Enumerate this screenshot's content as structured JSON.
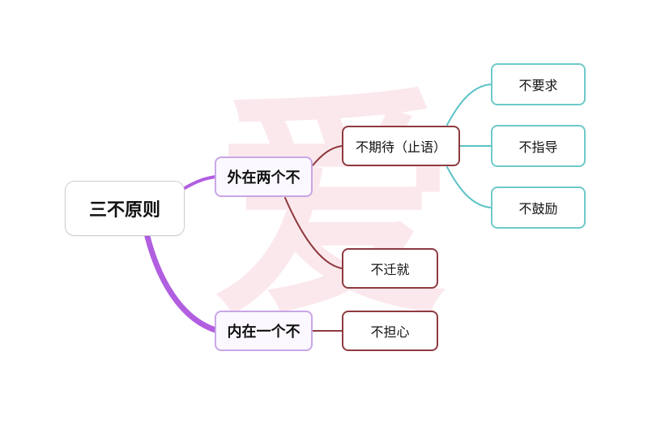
{
  "watermark": "爱",
  "root": {
    "label": "三不原则"
  },
  "branches": [
    {
      "label": "外在两个不",
      "children": [
        {
          "label": "不期待（止语）",
          "children": [
            {
              "label": "不要求"
            },
            {
              "label": "不指导"
            },
            {
              "label": "不鼓励"
            }
          ]
        },
        {
          "label": "不迁就"
        }
      ]
    },
    {
      "label": "内在一个不",
      "children": [
        {
          "label": "不担心"
        }
      ]
    }
  ],
  "colors": {
    "root_to_branch": "#b15ee0",
    "branch_to_leaf": "#8e3a3f",
    "leaf_to_sub": "#5cc2c6",
    "branch_border": "#c9a6e6",
    "teal_border": "#6fc9c9",
    "watermark": "#e23a5a"
  }
}
